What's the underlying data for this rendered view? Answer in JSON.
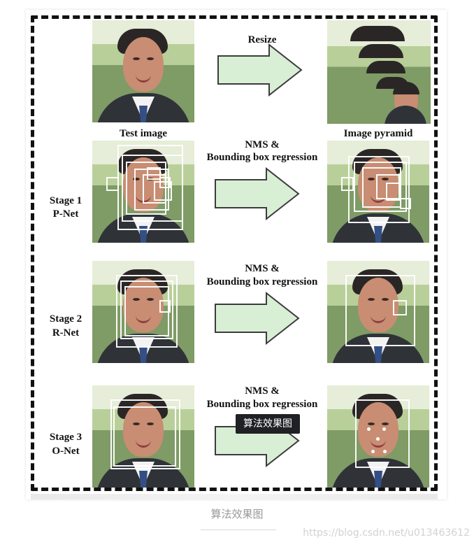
{
  "figure": {
    "labels": {
      "resize": "Resize",
      "test_image": "Test image",
      "image_pyramid": "Image pyramid",
      "nms_1": "NMS &",
      "bbr_1": "Bounding box regression",
      "nms_2": "NMS &",
      "bbr_2": "Bounding box regression",
      "nms_3": "NMS &",
      "bbr_3": "Bounding box regression",
      "stage1_a": "Stage 1",
      "stage1_b": "P-Net",
      "stage2_a": "Stage 2",
      "stage2_b": "R-Net",
      "stage3_a": "Stage 3",
      "stage3_b": "O-Net"
    },
    "tooltip": "算法效果图",
    "colors": {
      "arrow_fill": "#d8efd5",
      "arrow_stroke": "#3c3c3c",
      "box": "#ffffff",
      "frame": "#111111"
    }
  },
  "caption": "算法效果图",
  "watermark": "https://blog.csdn.net/u013463612"
}
